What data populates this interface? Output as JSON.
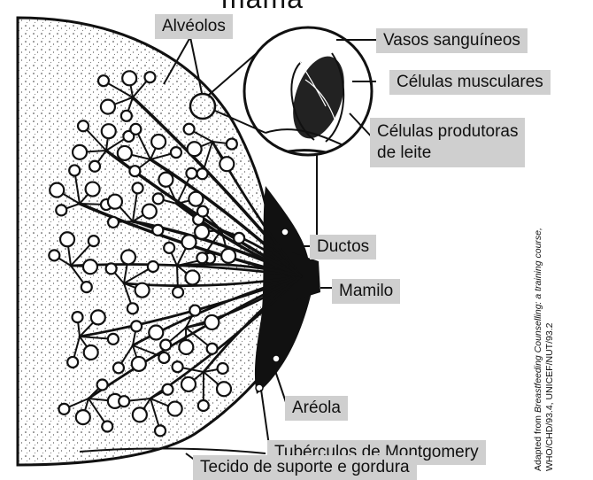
{
  "title": "mama",
  "labels": {
    "alveolos": "Alvéolos",
    "vasos": "Vasos sanguíneos",
    "musculares": "Células musculares",
    "produtoras_l1": "Células produtoras",
    "produtoras_l2": "de leite",
    "ductos": "Ductos",
    "mamilo": "Mamilo",
    "areola": "Aréola",
    "montgomery": "Tubérculos de Montgomery",
    "tecido": "Tecido de suporte e gordura"
  },
  "credit": {
    "prefix": "Adapted from ",
    "source": "Breastfeeding Counselling: a training course,",
    "line2": "WHO/CHD/93.4, UNICEF/NUT/93.2"
  }
}
